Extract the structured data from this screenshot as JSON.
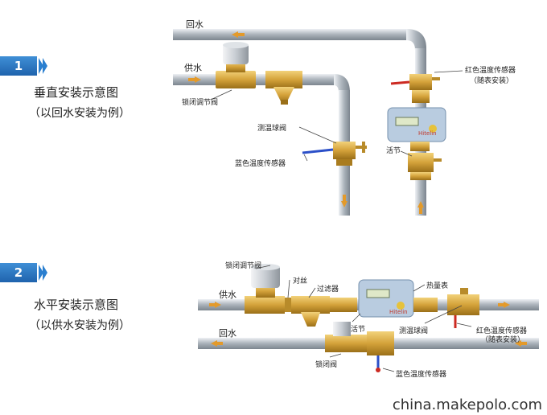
{
  "section1": {
    "badge": "1",
    "title": "垂直安装示意图",
    "subtitle": "（以回水安装为例）",
    "labels": {
      "return_water": "回水",
      "supply_water": "供水",
      "lock_valve": "锁闭调节阀",
      "red_sensor": "红色温度传感器",
      "red_sensor_note": "（随表安装）",
      "ball_valve": "测温球阀",
      "blue_sensor": "蓝色温度传感器",
      "union": "活节",
      "meter_brand": "Hitelin"
    }
  },
  "section2": {
    "badge": "2",
    "title": "水平安装示意图",
    "subtitle": "（以供水安装为例）",
    "labels": {
      "lock_valve": "锁闭调节阀",
      "pair_wire": "对丝",
      "filter": "过滤器",
      "heat_meter": "热量表",
      "supply_water": "供水",
      "return_water": "回水",
      "union": "活节",
      "ball_valve": "测温球阀",
      "lock_valve2": "锁闭阀",
      "red_sensor": "红色温度传感器",
      "red_sensor_note": "（随表安装）",
      "blue_sensor": "蓝色温度传感器",
      "meter_brand": "Hitelin"
    }
  },
  "watermark": "china.makepolo.com",
  "colors": {
    "pipe": "#a9b0b8",
    "brass": "#d4a23a",
    "flow_arrow": "#e39a2b",
    "meter": "#9fb6cf",
    "badge": "#2a6fbf"
  }
}
